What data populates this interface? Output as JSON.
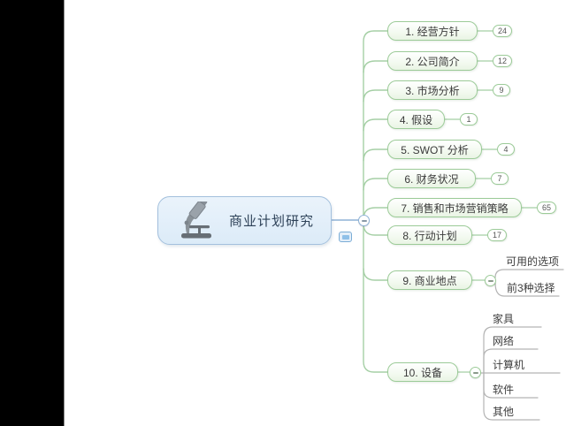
{
  "root_topic": {
    "label": "商业计划研究",
    "icon": "microscope-icon",
    "marker_icon": "screen-marker-icon"
  },
  "main_topics": [
    {
      "label": "1. 经营方针",
      "badge": "24",
      "children": []
    },
    {
      "label": "2. 公司简介",
      "badge": "12",
      "children": []
    },
    {
      "label": "3. 市场分析",
      "badge": "9",
      "children": []
    },
    {
      "label": "4. 假设",
      "badge": "1",
      "children": []
    },
    {
      "label": "5. SWOT 分析",
      "badge": "4",
      "children": []
    },
    {
      "label": "6. 财务状况",
      "badge": "7",
      "children": []
    },
    {
      "label": "7. 销售和市场营销策略",
      "badge": "65",
      "children": []
    },
    {
      "label": "8. 行动计划",
      "badge": "17",
      "children": []
    },
    {
      "label": "9. 商业地点",
      "badge": null,
      "children": [
        "可用的选项",
        "前3种选择"
      ]
    },
    {
      "label": "10. 设备",
      "badge": null,
      "children": [
        "家具",
        "网络",
        "计算机",
        "软件",
        "其他"
      ]
    }
  ],
  "colors": {
    "central_fill": "#dcebf8",
    "central_border": "#a3c0dd",
    "central_line": "#8fb2d6",
    "topic_border": "#9ccb98",
    "branch_line": "#a5cfa5",
    "child_line": "#b3b3b3",
    "left_panel": "#000000"
  }
}
